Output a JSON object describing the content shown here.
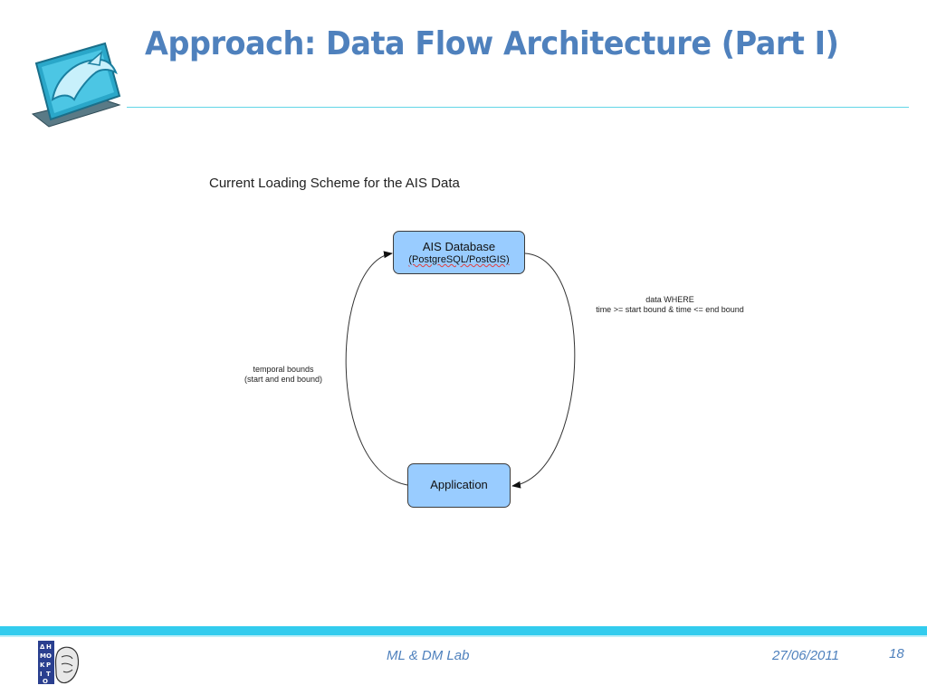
{
  "slide": {
    "title": "Approach: Data Flow Architecture (Part I)"
  },
  "diagram": {
    "heading": "Current Loading Scheme for the AIS Data",
    "nodes": {
      "database": {
        "label": "AIS Database",
        "sublabel": "(PostgreSQL/PostGIS)"
      },
      "application": {
        "label": "Application"
      }
    },
    "edges": {
      "db_to_app": {
        "line1": "data WHERE",
        "line2": "time >= start bound & time <= end bound"
      },
      "app_to_db": {
        "line1": "temporal bounds",
        "line2": "(start and end bound)"
      }
    }
  },
  "footer": {
    "lab": "ML & DM Lab",
    "date": "27/06/2011",
    "page": "18"
  },
  "colors": {
    "title": "#4f81bd",
    "accent_bar": "#33ccee",
    "node_fill": "#99ccff"
  },
  "icons": {
    "logo": "dolphin-monitor-icon",
    "seal": "university-seal-icon"
  }
}
